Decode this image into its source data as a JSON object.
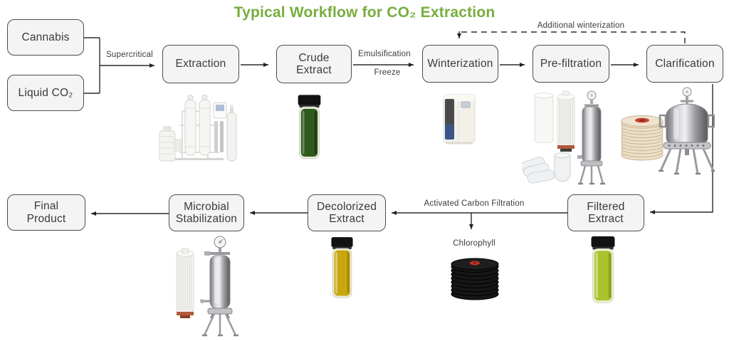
{
  "title": {
    "text": "Typical Workflow for CO₂ Extraction",
    "accent_green": "#76ad3d"
  },
  "nodes": {
    "cannabis": {
      "label": "Cannabis"
    },
    "liquid_co2": {
      "label": "Liquid CO₂"
    },
    "extraction": {
      "label": "Extraction"
    },
    "crude_extract": {
      "label": "Crude Extract"
    },
    "winterization": {
      "label": "Winterization"
    },
    "pre_filtration": {
      "label": "Pre-filtration"
    },
    "clarification": {
      "label": "Clarification"
    },
    "final_product": {
      "label": "Final Product"
    },
    "microbial_stabilization": {
      "label": "Microbial Stabilization"
    },
    "decolorized_extract": {
      "label": "Decolorized Extract"
    },
    "filtered_extract": {
      "label": "Filtered Extract"
    }
  },
  "edge_labels": {
    "supercritical": "Supercritical",
    "emulsification": "Emulsification",
    "freeze": "Freeze",
    "additional_winterization": "Additional winterization",
    "activated_carbon_filtration": "Activated Carbon Filtration",
    "chlorophyll": "Chlorophyll"
  },
  "style": {
    "node_fill": "#f4f4f4",
    "node_border": "#4d4d4f",
    "line_color": "#222222",
    "crude_extract_liquid": "#2e5a1d",
    "decolorized_extract_liquid": "#c9a70e",
    "filtered_extract_liquid": "#a9c32f"
  }
}
